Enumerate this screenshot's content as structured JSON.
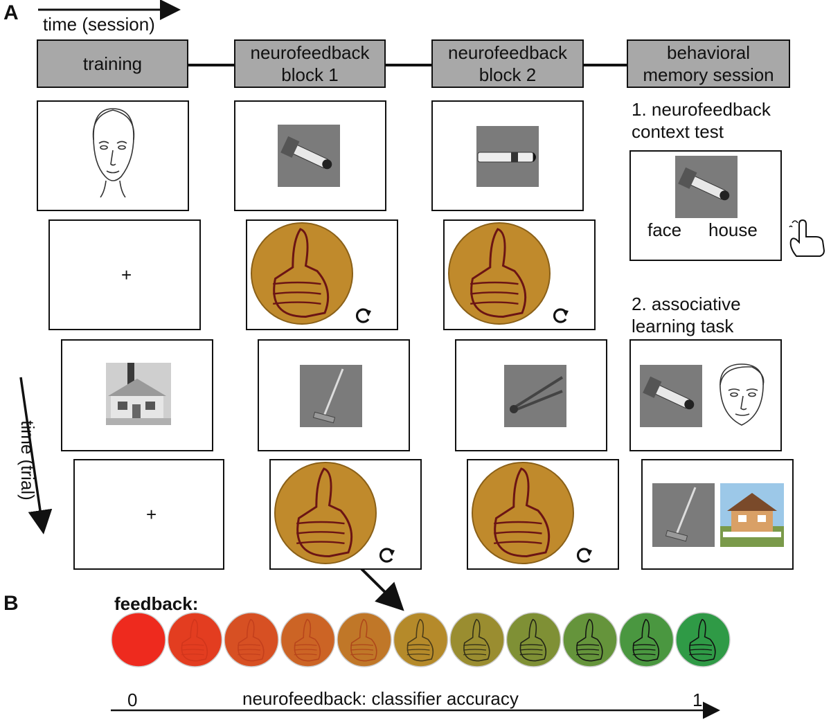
{
  "panels": {
    "a": "A",
    "b": "B"
  },
  "axes": {
    "session_label": "time (session)",
    "trial_label": "time (trial)"
  },
  "headers": [
    "training",
    "neurofeedback\nblock 1",
    "neurofeedback\nblock 2",
    "behavioral\nmemory session"
  ],
  "behavioral": {
    "test1": "1. neurofeedback\ncontext test",
    "choice_left": "face",
    "choice_right": "house",
    "test2": "2. associative\nlearning task"
  },
  "fixation": "+",
  "feedback": {
    "label": "feedback:",
    "scale_min": "0",
    "scale_max": "1",
    "scale_label": "neurofeedback: classifier accuracy",
    "levels": [
      0,
      0.1,
      0.2,
      0.3,
      0.4,
      0.5,
      0.6,
      0.7,
      0.8,
      0.9,
      1.0
    ],
    "color_low": "#ee2a1e",
    "color_mid": "#b58a2a",
    "color_high": "#2f9a46"
  },
  "colors": {
    "header_fill": "#a8a8a8",
    "stimulus_fill": "#7b7b7b",
    "coin": "#c08a2c",
    "thumb_stroke": "#6b1414"
  },
  "icons": {
    "face": "face-sketch-icon",
    "house": "house-photo-icon",
    "object": "object-photo-icon",
    "thumbs_up": "thumbs-up-icon",
    "refresh": "refresh-icon",
    "hand_pointer": "hand-pointer-icon"
  }
}
